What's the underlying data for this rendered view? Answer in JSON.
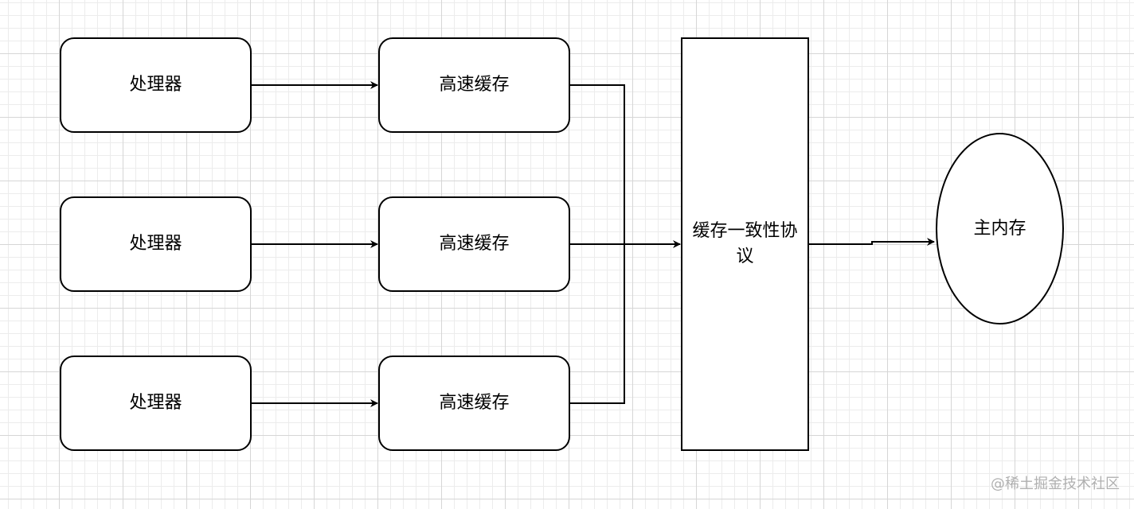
{
  "diagram": {
    "processors": [
      {
        "label": "处理器"
      },
      {
        "label": "处理器"
      },
      {
        "label": "处理器"
      }
    ],
    "caches": [
      {
        "label": "高速缓存"
      },
      {
        "label": "高速缓存"
      },
      {
        "label": "高速缓存"
      }
    ],
    "protocol": {
      "label": "缓存一致性协议"
    },
    "memory": {
      "label": "主内存"
    }
  },
  "watermark": "@稀土掘金技术社区"
}
